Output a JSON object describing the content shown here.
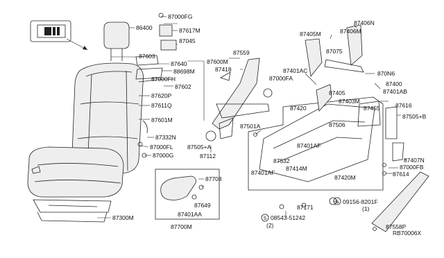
{
  "labels": {
    "l86400": "86400",
    "l87000FG": "87000FG",
    "l87617M": "87617M",
    "l87045": "87045",
    "l87603": "87603",
    "l87640": "87640",
    "l88698M": "88698M",
    "l87600M": "87600M",
    "l87000FH": "87000FH",
    "l87602": "87602",
    "l87620P": "87620P",
    "l87611Q": "87611Q",
    "l87601M": "87601M",
    "l87332N": "87332N",
    "l87000FL": "87000FL",
    "l87000G": "87000G",
    "l87300M": "87300M",
    "l87559": "87559",
    "l87418": "87418",
    "l87501A": "87501A",
    "l87505A": "87505+A",
    "l87112": "87112",
    "l87708": "87708",
    "l87649": "87649",
    "l87401AA": "87401AA",
    "l87700M": "87700M",
    "l87405M": "87405M",
    "l87406M": "87406M",
    "l87406N": "87406N",
    "l87075": "87075",
    "l870N6": "870N6",
    "l87401AC": "87401AC",
    "l87000FA": "87000FA",
    "l87400": "87400",
    "l87401AB": "87401AB",
    "l87405": "87405",
    "l87403M": "87403M",
    "l87616": "87616",
    "l87420": "87420",
    "l87455": "87455",
    "l87505B": "87505+B",
    "l87506": "87506",
    "l87401AF_a": "87401AF",
    "l87532": "87532",
    "l87414M": "87414M",
    "l87401AF_b": "87401AF",
    "l87420M": "87420M",
    "l87407N": "87407N",
    "l87000FB": "87000FB",
    "l87614": "87614",
    "l87171": "87171",
    "l09156": "09156-8201F",
    "l09156q": "(1)",
    "l08543": "08543-51242",
    "l08543q": "(2)",
    "l87558P": "87558P",
    "lRB70006X": "RB70006X"
  }
}
